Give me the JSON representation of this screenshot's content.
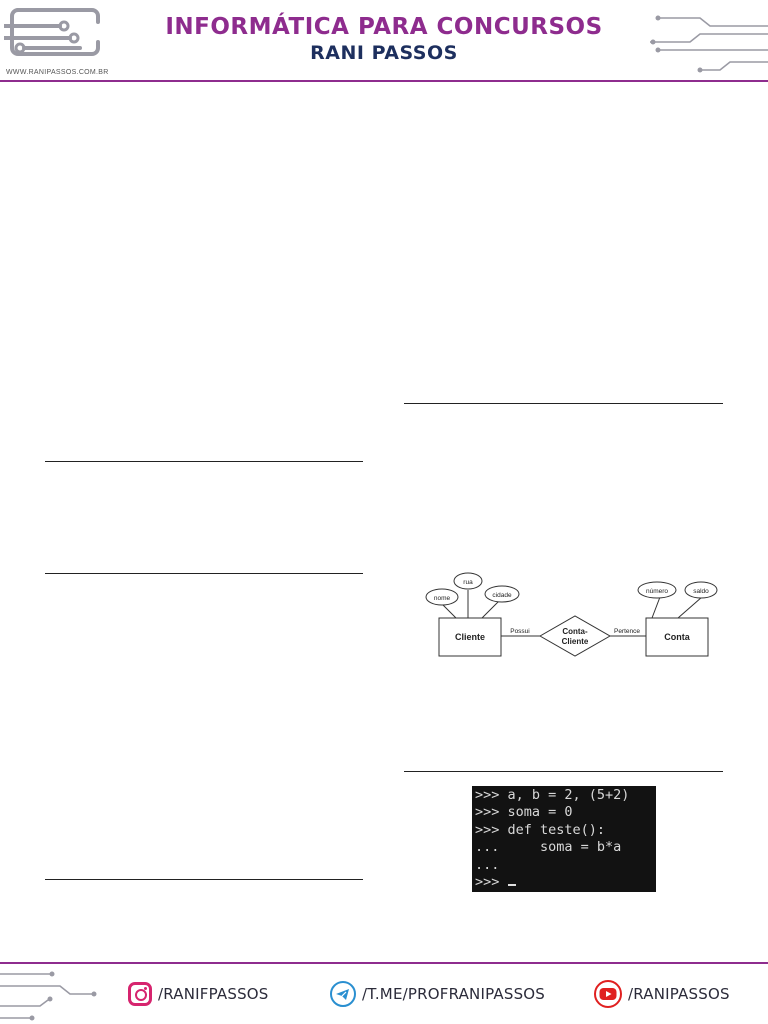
{
  "header": {
    "title": "INFORMÁTICA PARA CONCURSOS",
    "subtitle": "RANI PASSOS",
    "site_url": "WWW.RANIPASSOS.COM.BR"
  },
  "er_diagram": {
    "entity_left": "Cliente",
    "entity_right": "Conta",
    "relationship_line1": "Conta-",
    "relationship_line2": "Cliente",
    "role_left": "Possui",
    "role_right": "Pertence",
    "attributes_left": [
      "nome",
      "rua",
      "cidade"
    ],
    "attributes_right": [
      "número",
      "saldo"
    ]
  },
  "terminal": {
    "lines": [
      ">>> a, b = 2, (5+2)",
      ">>> soma = 0",
      ">>> def teste():",
      "...     soma = b*a",
      "...",
      ">>> "
    ]
  },
  "footer": {
    "instagram": "/RANIFPASSOS",
    "telegram": "/T.ME/PROFRANIPASSOS",
    "youtube": "/RANIPASSOS"
  },
  "colors": {
    "brand_purple": "#8e2c8e",
    "brand_navy": "#1d2f5e",
    "circuit_gray": "#9a9aa4"
  }
}
